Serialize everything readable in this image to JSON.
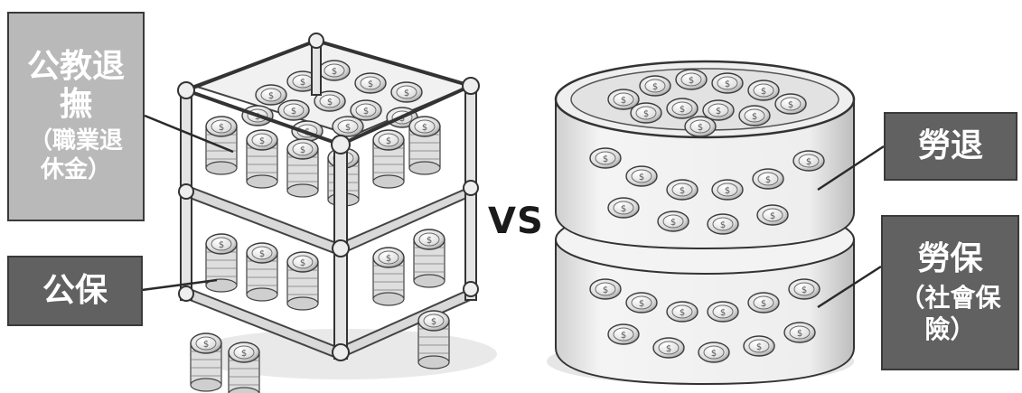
{
  "labels": {
    "public_pension": {
      "line1": "公教退",
      "line2": "撫",
      "sub1": "（職業退",
      "sub2": "休金）"
    },
    "public_insurance": {
      "text": "公保"
    },
    "labor_pension": {
      "text": "勞退"
    },
    "labor_insurance": {
      "text": "勞保",
      "sub1": "（社會保",
      "sub2": "險）"
    }
  },
  "vs_text": "VS",
  "colors": {
    "light_box": "#b9b9b9",
    "dark_box": "#616161",
    "outline": "#3a3a3a"
  },
  "icons": [
    "coin-icon",
    "shelf-rack",
    "glass-jar"
  ]
}
